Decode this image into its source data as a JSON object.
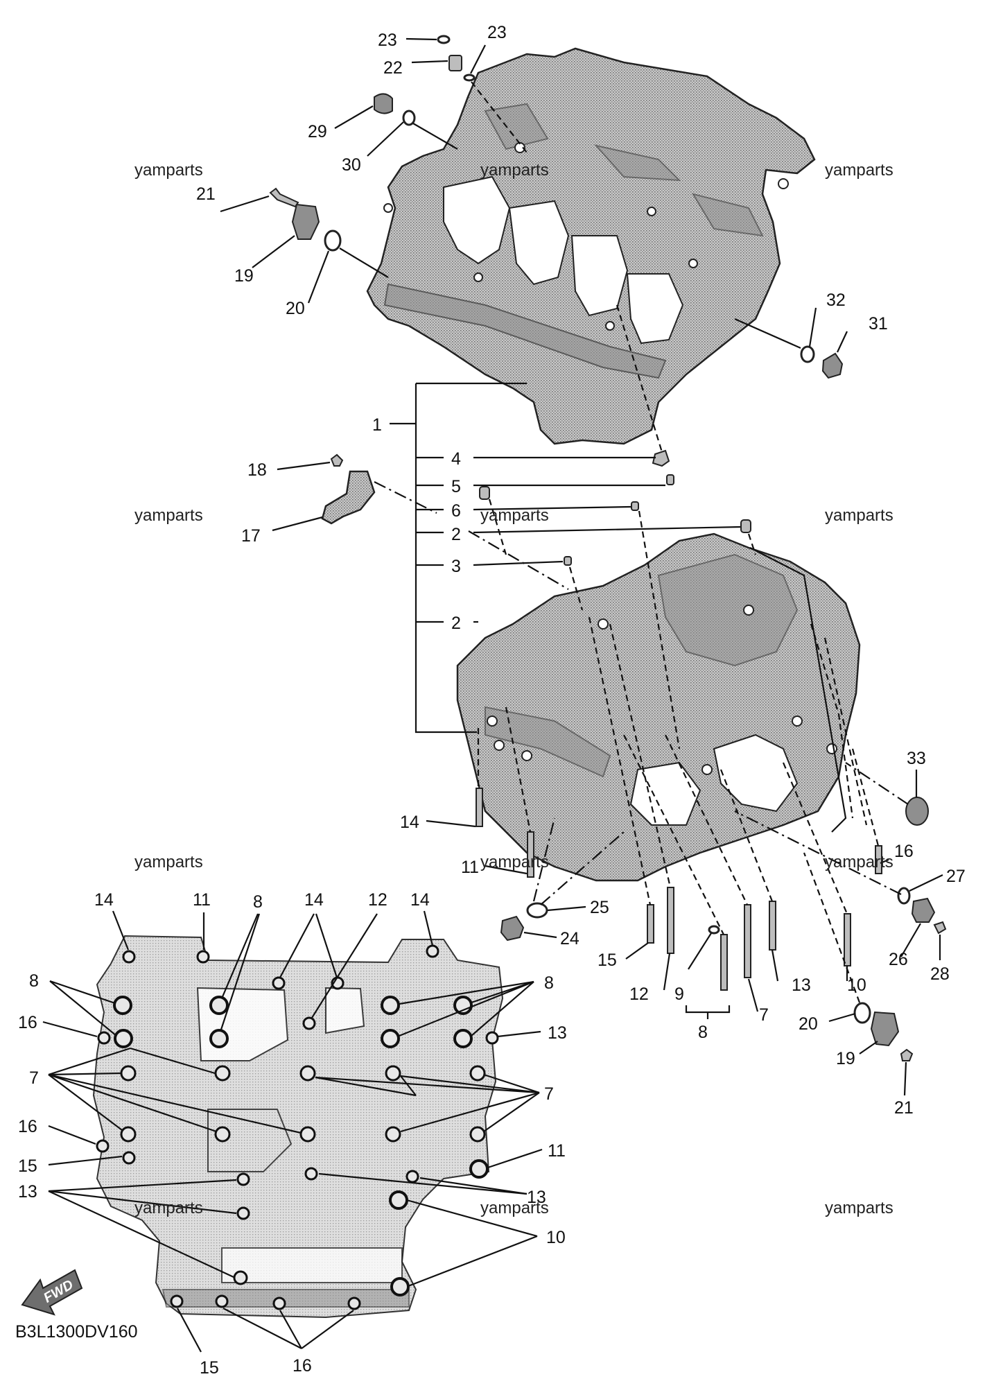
{
  "diagram_code": "B3L1300DV160",
  "fwd_label": "FWD",
  "watermarks": [
    "yamparts",
    "yamparts",
    "yamparts",
    "yamparts",
    "yamparts",
    "yamparts",
    "yamparts",
    "yamparts",
    "yamparts",
    "yamparts",
    "yamparts",
    "yamparts"
  ],
  "labels": {
    "l23a": "23",
    "l22": "22",
    "l23b": "23",
    "l29": "29",
    "l30": "30",
    "l21a": "21",
    "l19a": "19",
    "l20a": "20",
    "l32": "32",
    "l31": "31",
    "l1": "1",
    "l4": "4",
    "l5": "5",
    "l6": "6",
    "l2a": "2",
    "l3": "3",
    "l2b": "2",
    "l18": "18",
    "l17": "17",
    "l33": "33",
    "l14a": "14",
    "l11a": "11",
    "l16a": "16",
    "l27": "27",
    "l25": "25",
    "l24": "24",
    "l15a": "15",
    "l12a": "12",
    "l9": "9",
    "l8a": "8",
    "l13a": "13",
    "l7a": "7",
    "l10a": "10",
    "l26": "26",
    "l28": "28",
    "l20b": "20",
    "l19b": "19",
    "l21b": "21",
    "b14a": "14",
    "b11a": "11",
    "b8a": "8",
    "b14b": "14",
    "b12": "12",
    "b14c": "14",
    "b8b": "8",
    "b8c": "8",
    "b16a": "16",
    "b13a": "13",
    "b7a": "7",
    "b7b": "7",
    "b16b": "16",
    "b11b": "11",
    "b15a": "15",
    "b13b": "13",
    "b13c": "13",
    "b10": "10",
    "b15b": "15",
    "b16c": "16"
  }
}
